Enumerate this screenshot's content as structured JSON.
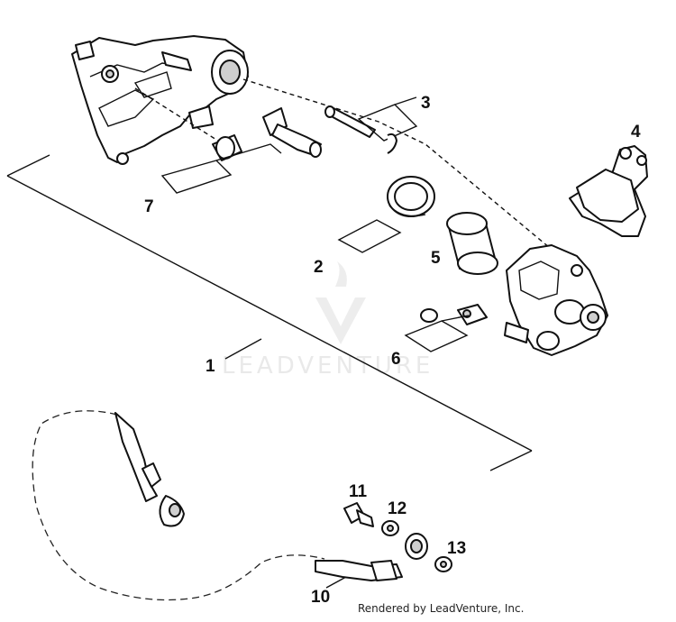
{
  "callouts": {
    "c1": "1",
    "c2": "2",
    "c3": "3",
    "c4": "4",
    "c5": "5",
    "c6": "6",
    "c7": "7",
    "c10": "10",
    "c11": "11",
    "c12": "12",
    "c13": "13"
  },
  "watermark": {
    "text": "LEADVENTURE",
    "logo_icon": "leadventure-logo-icon"
  },
  "credit": "Rendered by LeadVenture, Inc.",
  "colors": {
    "line": "#111111",
    "watermark": "#d8d8d8",
    "background": "#ffffff"
  }
}
